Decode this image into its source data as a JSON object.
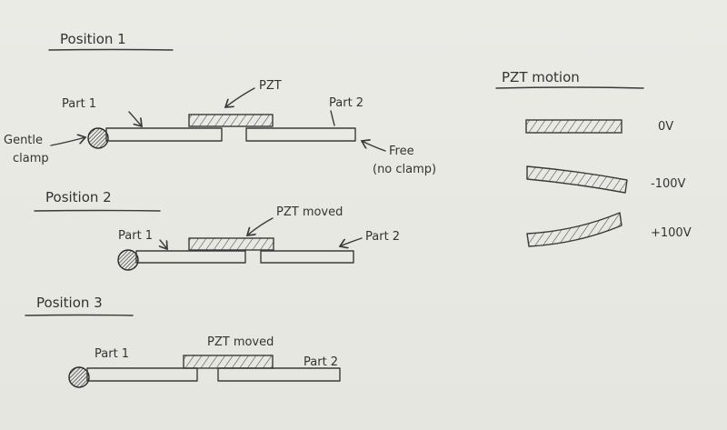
{
  "position1": {
    "heading": "Position 1",
    "part1": "Part 1",
    "pzt": "PZT",
    "part2": "Part 2",
    "clamp_line1": "Gentle",
    "clamp_line2": "clamp",
    "free_line1": "Free",
    "free_line2": "(no clamp)"
  },
  "position2": {
    "heading": "Position 2",
    "part1": "Part 1",
    "pzt": "PZT moved",
    "part2": "Part 2"
  },
  "position3": {
    "heading": "Position 3",
    "part1": "Part 1",
    "pzt": "PZT moved",
    "part2": "Part 2"
  },
  "motion": {
    "heading": "PZT motion",
    "states": [
      {
        "label": "0V",
        "shape": "flat"
      },
      {
        "label": "-100V",
        "shape": "bend-down"
      },
      {
        "label": "+100V",
        "shape": "bend-up"
      }
    ]
  }
}
